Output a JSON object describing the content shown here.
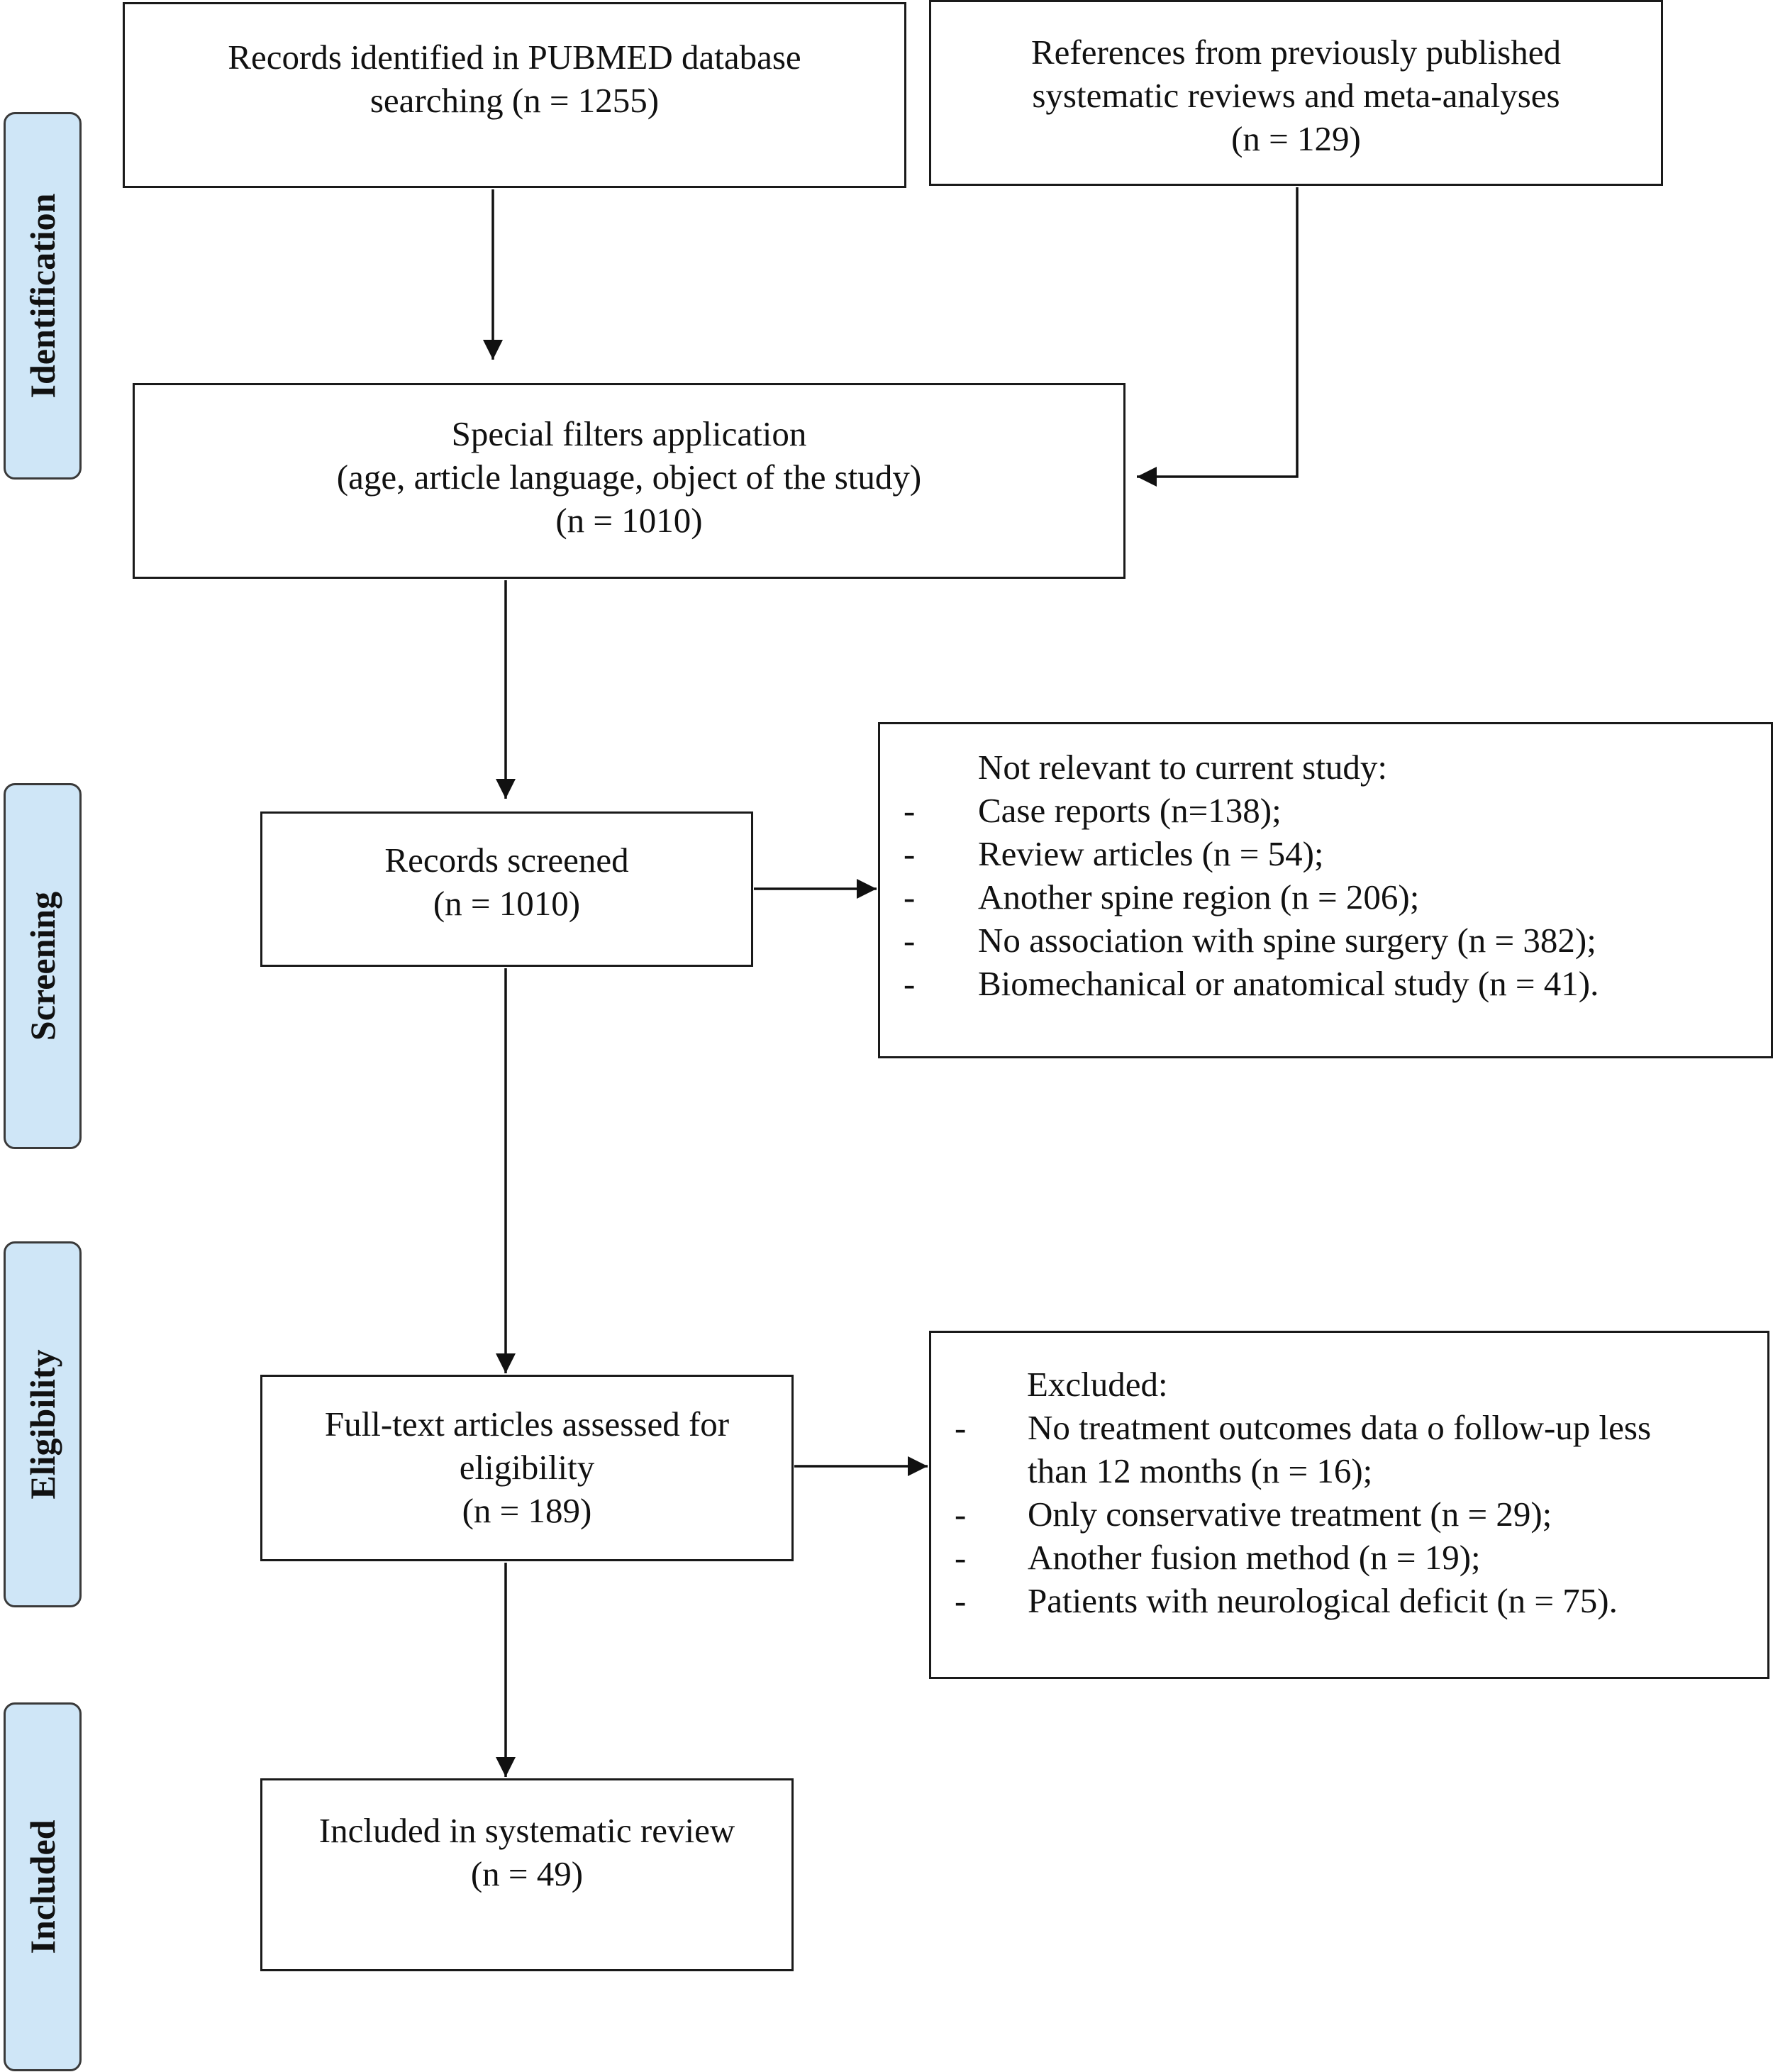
{
  "stages": {
    "identification": "Identification",
    "screening": "Screening",
    "eligibility": "Eligibility",
    "included": "Included"
  },
  "boxes": {
    "pubmed": {
      "lines": [
        "Records identified in PUBMED database",
        "searching (n = 1255)"
      ]
    },
    "references": {
      "lines": [
        "References from previously published",
        "systematic reviews and meta-analyses",
        "(n = 129)"
      ]
    },
    "filters": {
      "lines": [
        "Special filters application",
        "(age, article language, object of the study)",
        "(n = 1010)"
      ]
    },
    "screened": {
      "lines": [
        "Records screened",
        "(n = 1010)"
      ]
    },
    "fulltext": {
      "lines": [
        "Full-text articles assessed for",
        "eligibility",
        "(n = 189)"
      ]
    },
    "included_box": {
      "lines": [
        "Included in systematic review",
        "(n = 49)"
      ]
    }
  },
  "not_relevant": {
    "heading": "Not relevant to current study:",
    "dash": "-",
    "items": [
      "Case reports (n=138);",
      "Review articles (n = 54);",
      "Another spine region (n = 206);",
      "No association with spine surgery (n = 382);",
      "Biomechanical or anatomical study (n = 41)."
    ]
  },
  "excluded": {
    "heading": "Excluded:",
    "dash": "-",
    "items": [
      [
        "No treatment outcomes data o follow-up less",
        "than 12 months (n = 16);"
      ],
      [
        "Only conservative treatment (n = 29);"
      ],
      [
        "Another fusion method (n = 19);"
      ],
      [
        "Patients with neurological deficit (n = 75)."
      ]
    ]
  }
}
